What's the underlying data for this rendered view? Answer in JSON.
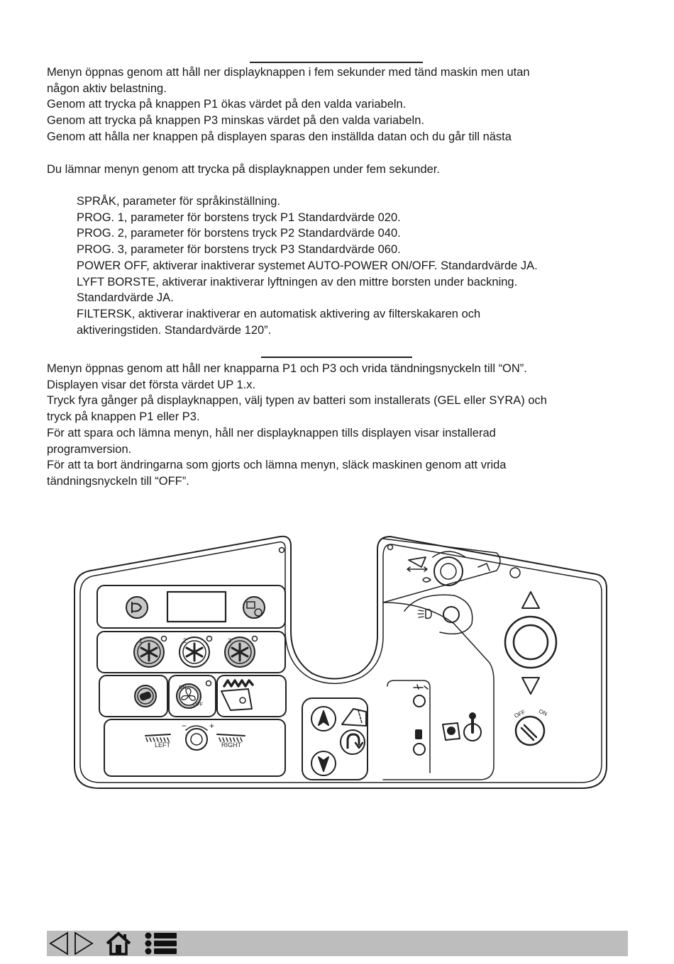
{
  "section1": {
    "lines": [
      "Menyn öppnas genom att håll ner displayknappen i fem sekunder med tänd maskin men utan",
      "någon aktiv belastning.",
      "Genom att trycka på knappen P1 ökas värdet på den valda variabeln.",
      "Genom att trycka på knappen P3 minskas värdet på den valda variabeln.",
      "Genom att hålla ner knappen på displayen sparas den inställda datan och du går till nästa"
    ],
    "exit": "Du lämnar menyn genom att trycka på displayknappen under fem sekunder."
  },
  "params": [
    "SPRÅK, parameter för språkinställning.",
    "PROG. 1, parameter för borstens tryck P1 Standardvärde 020.",
    "PROG. 2, parameter för borstens tryck P2 Standardvärde 040.",
    "PROG. 3, parameter för borstens tryck P3 Standardvärde 060.",
    "POWER OFF, aktiverar inaktiverar systemet AUTO-POWER ON/OFF. Standardvärde JA.",
    "LYFT BORSTE, aktiverar inaktiverar lyftningen av den mittre borsten under backning.",
    "Standardvärde JA.",
    "FILTERSK, aktiverar inaktiverar en automatisk aktivering av filterskakaren och",
    "aktiveringstiden. Standardvärde 120”."
  ],
  "section2": {
    "lines": [
      "Menyn öppnas genom att håll ner knapparna P1 och P3 och vrida tändningsnyckeln till “ON”.",
      "Displayen visar det första värdet UP 1.x.",
      "Tryck fyra gånger på displayknappen, välj typen av batteri som installerats (GEL eller SYRA) och",
      "tryck på knappen P1 eller P3.",
      "För att spara och lämna menyn, håll ner displayknappen tills displayen visar installerad",
      "programversion.",
      "För att ta bort ändringarna som gjorts och lämna menyn, släck maskinen genom att vrida",
      "tändningsnyckeln till “OFF”."
    ]
  },
  "panel": {
    "brush_labels": {
      "left": "LEFT",
      "right": "RIGHT",
      "minus": "−",
      "plus": "+"
    },
    "fan_on": "ON",
    "fan_off": "OFF",
    "key_off": "OFF",
    "key_on": "ON",
    "brush_numbers": [
      "1",
      "2",
      "3"
    ]
  },
  "nav": {
    "icons": [
      "prev-page-icon",
      "next-page-icon",
      "home-icon",
      "contents-list-icon"
    ]
  }
}
